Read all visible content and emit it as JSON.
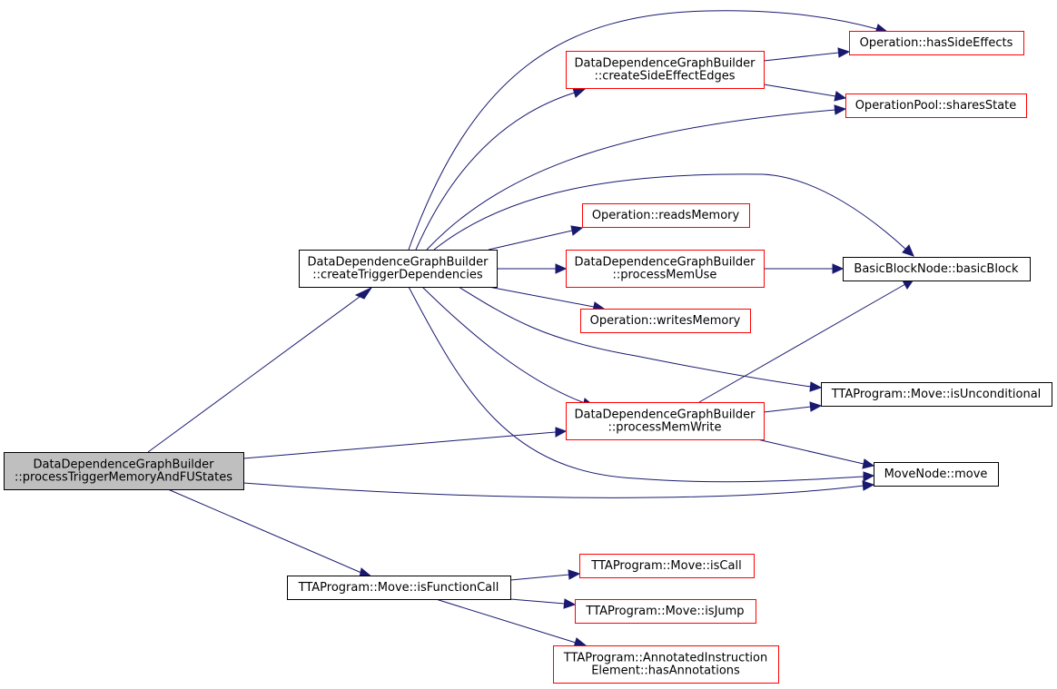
{
  "colors": {
    "current_fill": "#bfbfbf",
    "current_border": "#000000",
    "linked_border": "#000000",
    "red_border": "#ff0000",
    "edge": "#191970",
    "background": "#ffffff"
  },
  "nodes": [
    {
      "id": "processTriggerMemoryAndFUStates",
      "lines": [
        "DataDependenceGraphBuilder",
        "::processTriggerMemoryAndFUStates"
      ],
      "style": "current"
    },
    {
      "id": "createTriggerDependencies",
      "lines": [
        "DataDependenceGraphBuilder",
        "::createTriggerDependencies"
      ],
      "style": "black"
    },
    {
      "id": "isFunctionCall",
      "lines": [
        "TTAProgram::Move::isFunctionCall"
      ],
      "style": "black"
    },
    {
      "id": "createSideEffectEdges",
      "lines": [
        "DataDependenceGraphBuilder",
        "::createSideEffectEdges"
      ],
      "style": "red"
    },
    {
      "id": "readsMemory",
      "lines": [
        "Operation::readsMemory"
      ],
      "style": "red"
    },
    {
      "id": "processMemUse",
      "lines": [
        "DataDependenceGraphBuilder",
        "::processMemUse"
      ],
      "style": "red"
    },
    {
      "id": "writesMemory",
      "lines": [
        "Operation::writesMemory"
      ],
      "style": "red"
    },
    {
      "id": "processMemWrite",
      "lines": [
        "DataDependenceGraphBuilder",
        "::processMemWrite"
      ],
      "style": "red"
    },
    {
      "id": "isCall",
      "lines": [
        "TTAProgram::Move::isCall"
      ],
      "style": "red"
    },
    {
      "id": "isJump",
      "lines": [
        "TTAProgram::Move::isJump"
      ],
      "style": "red"
    },
    {
      "id": "hasAnnotations",
      "lines": [
        "TTAProgram::AnnotatedInstruction",
        "Element::hasAnnotations"
      ],
      "style": "red"
    },
    {
      "id": "hasSideEffects",
      "lines": [
        "Operation::hasSideEffects"
      ],
      "style": "red"
    },
    {
      "id": "sharesState",
      "lines": [
        "OperationPool::sharesState"
      ],
      "style": "red"
    },
    {
      "id": "basicBlock",
      "lines": [
        "BasicBlockNode::basicBlock"
      ],
      "style": "black"
    },
    {
      "id": "isUnconditional",
      "lines": [
        "TTAProgram::Move::isUnconditional"
      ],
      "style": "black"
    },
    {
      "id": "move",
      "lines": [
        "MoveNode::move"
      ],
      "style": "black"
    }
  ],
  "edges": [
    {
      "from": "processTriggerMemoryAndFUStates",
      "to": "createTriggerDependencies"
    },
    {
      "from": "processTriggerMemoryAndFUStates",
      "to": "processMemWrite"
    },
    {
      "from": "processTriggerMemoryAndFUStates",
      "to": "move"
    },
    {
      "from": "processTriggerMemoryAndFUStates",
      "to": "isFunctionCall"
    },
    {
      "from": "createTriggerDependencies",
      "to": "createSideEffectEdges"
    },
    {
      "from": "createTriggerDependencies",
      "to": "hasSideEffects"
    },
    {
      "from": "createTriggerDependencies",
      "to": "sharesState"
    },
    {
      "from": "createTriggerDependencies",
      "to": "basicBlock"
    },
    {
      "from": "createTriggerDependencies",
      "to": "readsMemory"
    },
    {
      "from": "createTriggerDependencies",
      "to": "processMemUse"
    },
    {
      "from": "createTriggerDependencies",
      "to": "writesMemory"
    },
    {
      "from": "createTriggerDependencies",
      "to": "isUnconditional"
    },
    {
      "from": "createTriggerDependencies",
      "to": "processMemWrite"
    },
    {
      "from": "createTriggerDependencies",
      "to": "move"
    },
    {
      "from": "createSideEffectEdges",
      "to": "hasSideEffects"
    },
    {
      "from": "createSideEffectEdges",
      "to": "sharesState"
    },
    {
      "from": "processMemUse",
      "to": "basicBlock"
    },
    {
      "from": "processMemWrite",
      "to": "basicBlock"
    },
    {
      "from": "processMemWrite",
      "to": "isUnconditional"
    },
    {
      "from": "processMemWrite",
      "to": "move"
    },
    {
      "from": "isFunctionCall",
      "to": "isCall"
    },
    {
      "from": "isFunctionCall",
      "to": "isJump"
    },
    {
      "from": "isFunctionCall",
      "to": "hasAnnotations"
    }
  ]
}
